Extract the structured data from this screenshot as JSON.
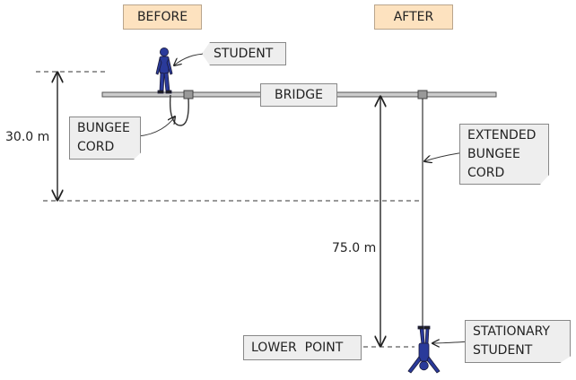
{
  "headers": {
    "before": "BEFORE",
    "after": "AFTER"
  },
  "labels": {
    "student": "STUDENT",
    "bridge": "BRIDGE",
    "bungee_cord": [
      "BUNGEE",
      "CORD"
    ],
    "extended_bungee_cord": [
      "EXTENDED",
      "BUNGEE",
      "CORD"
    ],
    "lower_point": "LOWER  POINT",
    "stationary_student": [
      "STATIONARY",
      "STUDENT"
    ]
  },
  "measurements": {
    "bridge_to_jump_height": "30.0 m",
    "bridge_to_lower_point": "75.0 m"
  },
  "colors": {
    "header_fill": "#fde2bf",
    "tag_fill": "#eeeeee",
    "student_suit": "#2a3a9a"
  }
}
